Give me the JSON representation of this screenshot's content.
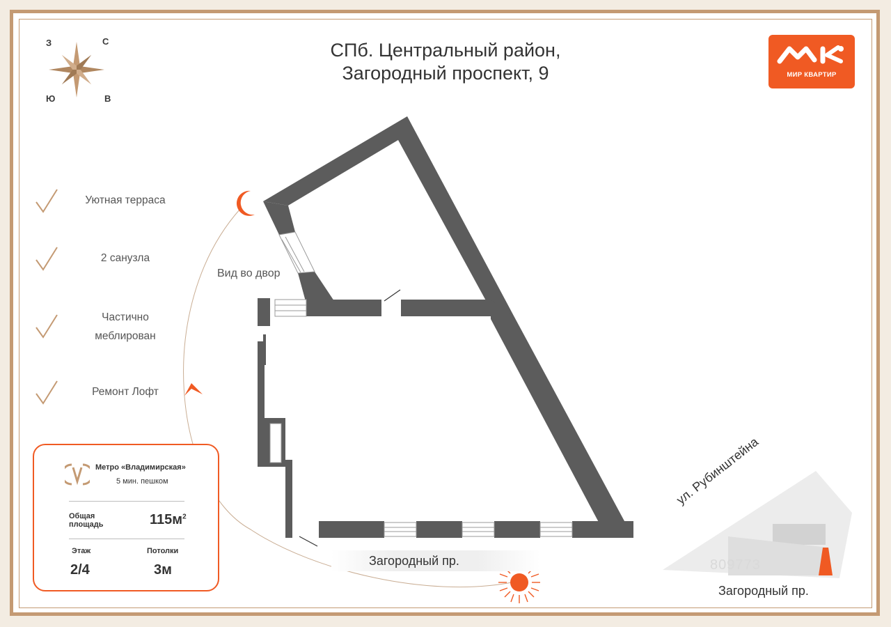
{
  "header": {
    "title_line1": "СПб. Центральный район,",
    "title_line2": "Загородный проспект, 9"
  },
  "logo": {
    "text": "МИР КВАРТИР",
    "color": "#f05a23"
  },
  "compass": {
    "north": "С",
    "west": "З",
    "south": "Ю",
    "east": "В"
  },
  "features": [
    {
      "label": "Уютная терраса"
    },
    {
      "label": "2 санузла"
    },
    {
      "label": "Частично меблирован"
    },
    {
      "label": "Ремонт Лофт"
    }
  ],
  "info_card": {
    "metro_name": "Метро «Владимирская»",
    "metro_time": "5 мин. пешком",
    "area_label": "Общая площадь",
    "area_value": "115м",
    "area_unit_sup": "2",
    "floor_label": "Этаж",
    "floor_value": "2/4",
    "ceiling_label": "Потолки",
    "ceiling_value": "3м"
  },
  "plan": {
    "view_label": "Вид во двор",
    "street_label": "Загородный пр."
  },
  "location_map": {
    "street_top": "ул. Рубинштейна",
    "street_bottom": "Загородный пр.",
    "watermark": "809773"
  },
  "colors": {
    "accent": "#f05a23",
    "frame": "#c49a73",
    "wall": "#5c5c5c",
    "sun": "#f05a23"
  }
}
